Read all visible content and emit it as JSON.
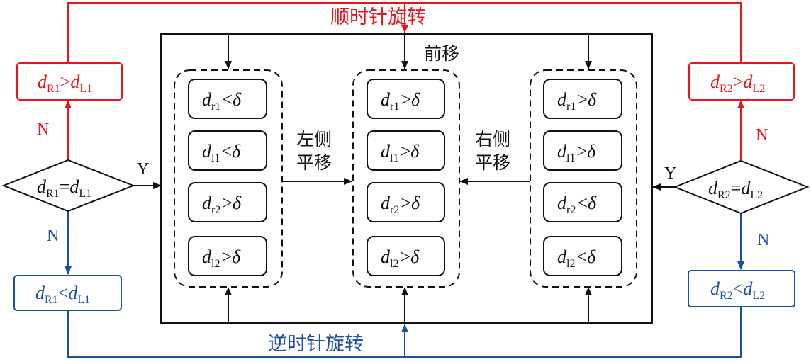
{
  "labels": {
    "cw_rotate": "顺时针旋转",
    "ccw_rotate": "逆时针旋转",
    "forward": "前移",
    "left_shift_1": "左侧",
    "left_shift_2": "平移",
    "right_shift_1": "右侧",
    "right_shift_2": "平移",
    "yes": "Y",
    "no": "N"
  },
  "colors": {
    "red": "#e8141b",
    "blue": "#1f4fa0",
    "black": "#111111"
  },
  "left_decision": {
    "d": "d",
    "sub1": "R1",
    "op": "=",
    "d2": "d",
    "sub2": "L1"
  },
  "right_decision": {
    "d": "d",
    "sub1": "R2",
    "op": "=",
    "d2": "d",
    "sub2": "L2"
  },
  "boxes": {
    "red_left": {
      "sub1": "R1",
      "op": ">",
      "sub2": "L1"
    },
    "red_right": {
      "sub1": "R2",
      "op": ">",
      "sub2": "L2"
    },
    "blue_left": {
      "sub1": "R1",
      "op": "<",
      "sub2": "L1"
    },
    "blue_right": {
      "sub1": "R2",
      "op": "<",
      "sub2": "L2"
    }
  },
  "delta": "δ",
  "groups": {
    "left": [
      {
        "sub": "r1",
        "op": "<"
      },
      {
        "sub": "l1",
        "op": "<"
      },
      {
        "sub": "r2",
        "op": ">"
      },
      {
        "sub": "l2",
        "op": ">"
      }
    ],
    "middle": [
      {
        "sub": "r1",
        "op": ">"
      },
      {
        "sub": "l1",
        "op": ">"
      },
      {
        "sub": "r2",
        "op": ">"
      },
      {
        "sub": "l2",
        "op": ">"
      }
    ],
    "right": [
      {
        "sub": "r1",
        "op": ">"
      },
      {
        "sub": "l1",
        "op": ">"
      },
      {
        "sub": "r2",
        "op": "<"
      },
      {
        "sub": "l2",
        "op": "<"
      }
    ]
  }
}
